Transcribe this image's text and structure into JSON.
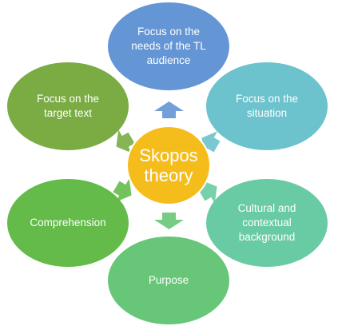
{
  "center": {
    "label": "Skopos\ntheory",
    "color": "#f5bd1b"
  },
  "nodes": [
    {
      "id": "needs",
      "label": "Focus on the\nneeds of the TL\naudience",
      "color": "#6495d5"
    },
    {
      "id": "situation",
      "label": "Focus on the\nsituation",
      "color": "#6cc3cd"
    },
    {
      "id": "cultural",
      "label": "Cultural and\ncontextual\nbackground",
      "color": "#69cba4"
    },
    {
      "id": "purpose",
      "label": "Purpose",
      "color": "#67c677"
    },
    {
      "id": "comprehension",
      "label": "Comprehension",
      "color": "#64bb49"
    },
    {
      "id": "target-text",
      "label": "Focus on the\ntarget text",
      "color": "#7aac43"
    }
  ],
  "arrow_colors": {
    "needs": "#6495d5",
    "situation": "#6cc3cd",
    "cultural": "#69cba4",
    "purpose": "#67c677",
    "comprehension": "#64bb49",
    "target-text": "#7aac43"
  }
}
